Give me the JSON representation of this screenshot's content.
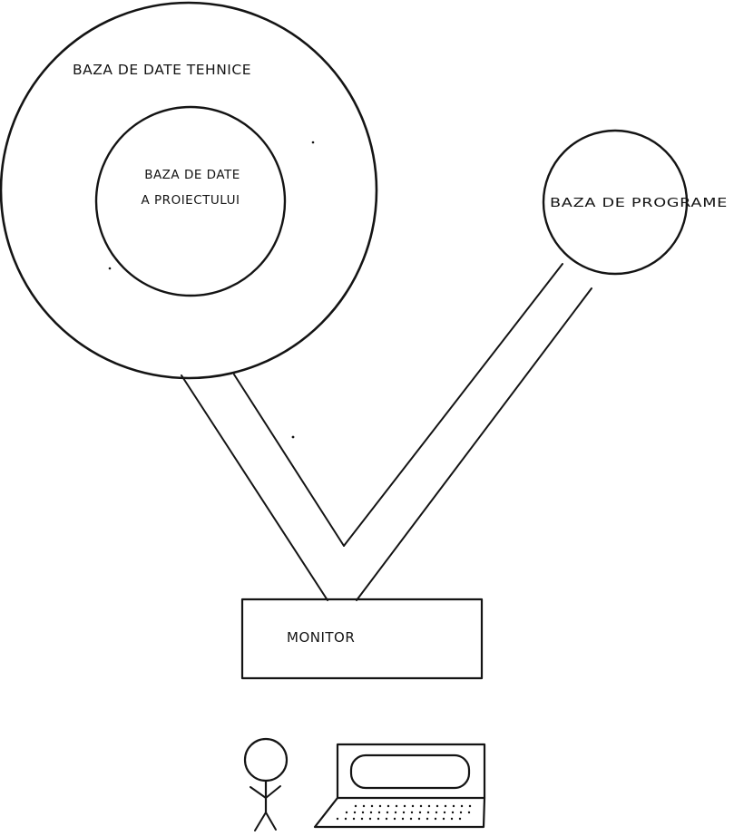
{
  "diagram": {
    "outer_db_label": "BAZA DE DATE TEHNICE",
    "inner_db_label_line1": "BAZA DE DATE",
    "inner_db_label_line2": "A PROIECTULUI",
    "program_db_label": "BAZA DE PROGRAME",
    "monitor_label": "MONITOR"
  }
}
